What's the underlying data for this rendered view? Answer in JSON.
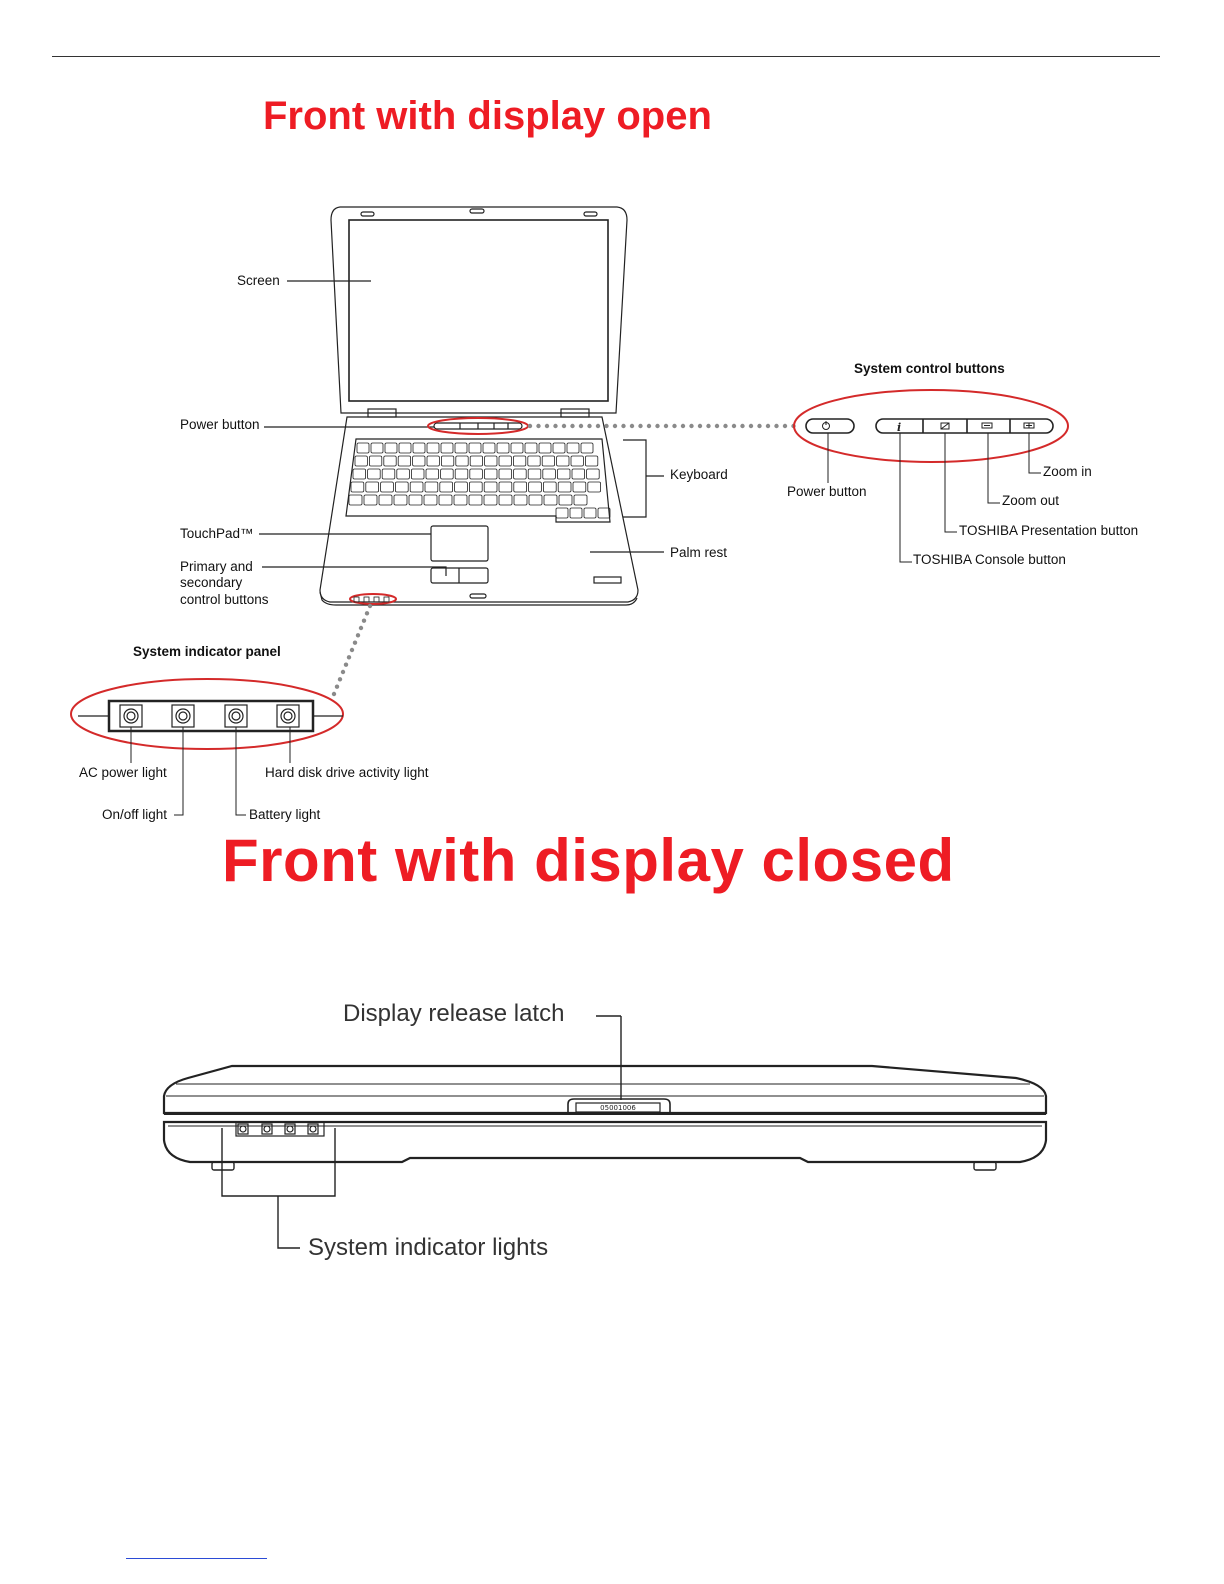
{
  "titles": {
    "open": "Front with display open",
    "closed": "Front with display closed"
  },
  "open_labels": {
    "screen": "Screen",
    "power_button": "Power button",
    "keyboard": "Keyboard",
    "touchpad": "TouchPad™",
    "palm_rest": "Palm rest",
    "primary_line1": "Primary and",
    "primary_line2": "secondary",
    "primary_line3": "control buttons"
  },
  "system_control": {
    "heading": "System control buttons",
    "power_button": "Power button",
    "zoom_in": "Zoom in",
    "zoom_out": "Zoom out",
    "presentation": "TOSHIBA Presentation button",
    "console": "TOSHIBA Console button"
  },
  "indicator_panel": {
    "heading": "System indicator panel",
    "ac_power": "AC power light",
    "on_off": "On/off light",
    "battery": "Battery light",
    "hdd": "Hard disk drive activity light"
  },
  "closed_labels": {
    "latch": "Display release latch",
    "latch_tag": "05001006",
    "indicator_lights": "System indicator lights"
  },
  "colors": {
    "title_red": "#ee1c24",
    "highlight_red": "#d42a2a",
    "line": "#222222",
    "dots": "#8a8a8a"
  }
}
